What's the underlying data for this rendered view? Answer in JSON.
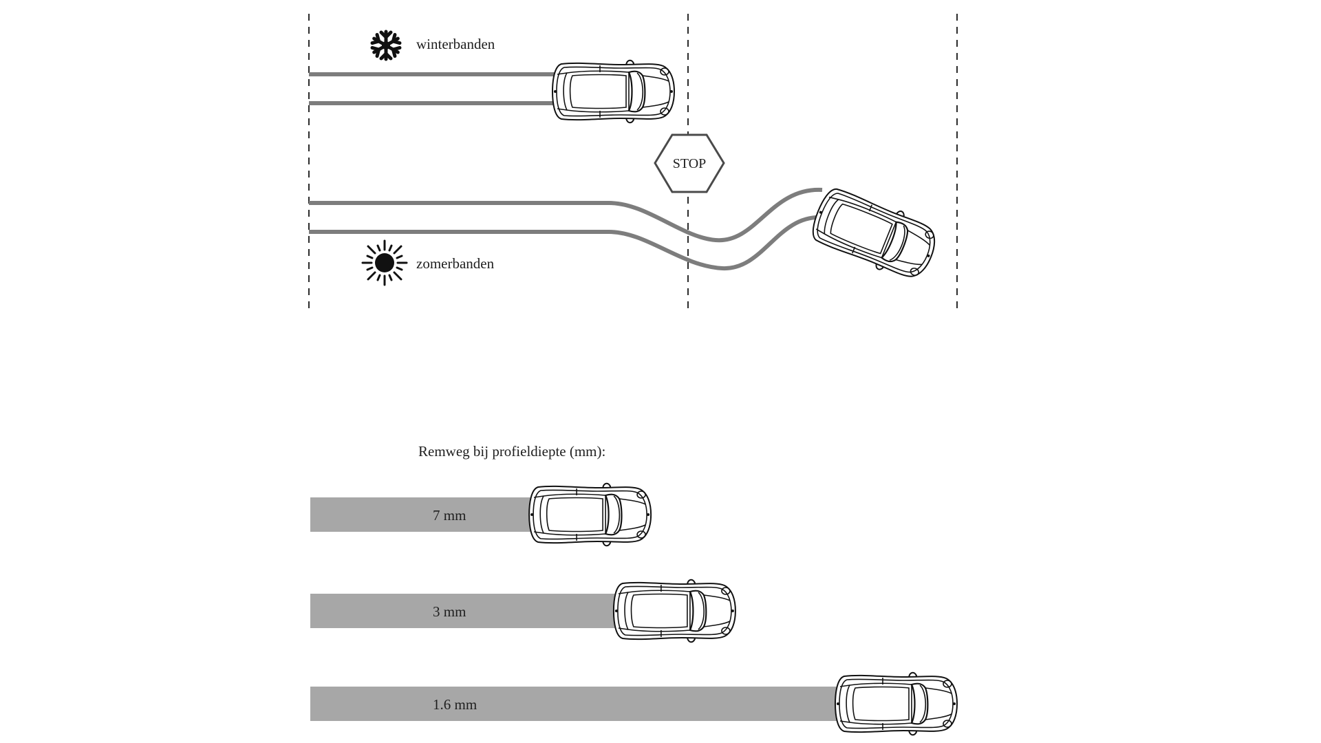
{
  "diagram": {
    "top_section": {
      "winter": {
        "label": "winterbanden",
        "icon": "snowflake-icon"
      },
      "summer": {
        "label": "zomerbanden",
        "icon": "sun-icon"
      },
      "stop_sign": {
        "label": "STOP"
      }
    },
    "bottom_section": {
      "heading": "Remweg bij profieldiepte (mm):",
      "bars": [
        {
          "label": "7 mm",
          "tread_depth_mm": 7,
          "relative_stopping_distance": 0.42
        },
        {
          "label": "3 mm",
          "tread_depth_mm": 3,
          "relative_stopping_distance": 0.58
        },
        {
          "label": "1.6 mm",
          "tread_depth_mm": 1.6,
          "relative_stopping_distance": 1.0
        }
      ]
    },
    "colors": {
      "track": "#7d7d7d",
      "bar": "#a7a7a7",
      "ink": "#1e1e1e"
    }
  }
}
